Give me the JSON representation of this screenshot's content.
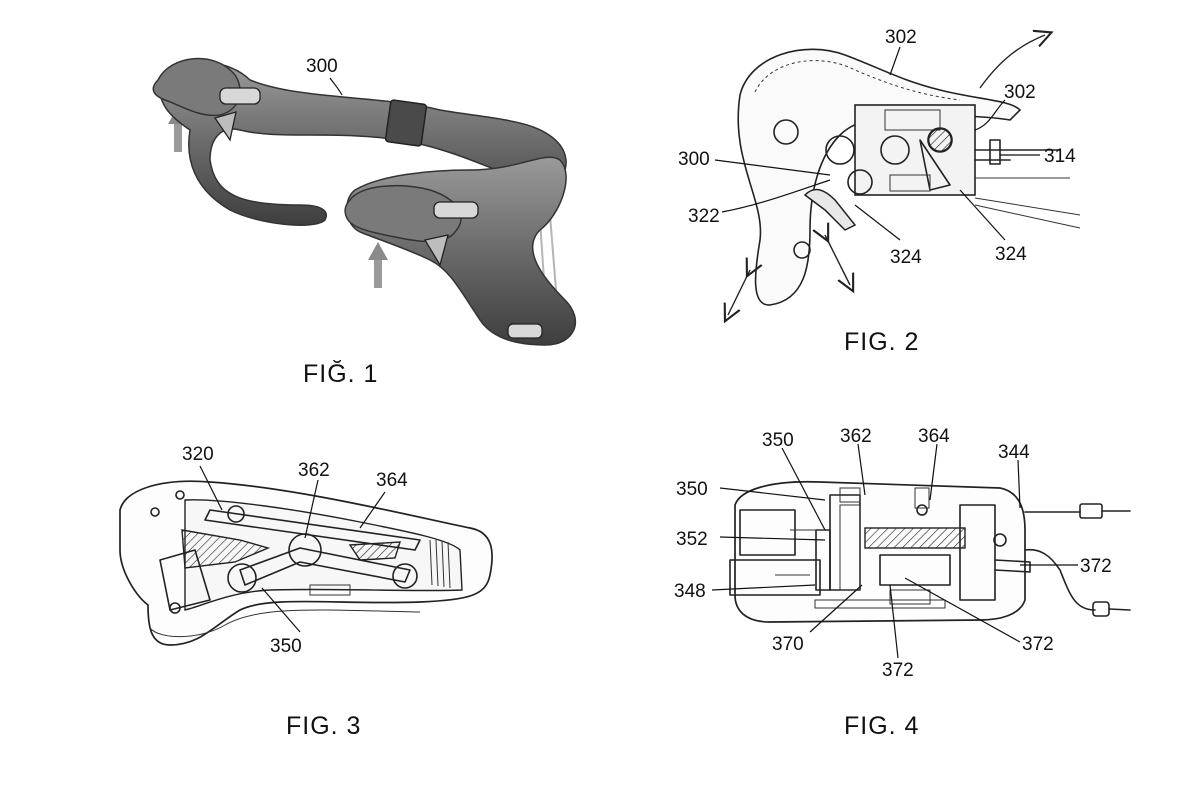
{
  "figures": [
    {
      "caption": "FIĞ. 1",
      "refs": [
        "300"
      ]
    },
    {
      "caption": "FIG. 2",
      "refs": [
        "302",
        "302",
        "314",
        "300",
        "322",
        "324",
        "324"
      ]
    },
    {
      "caption": "FIG. 3",
      "refs": [
        "320",
        "362",
        "364",
        "350"
      ]
    },
    {
      "caption": "FIG. 4",
      "refs": [
        "350",
        "362",
        "364",
        "344",
        "350",
        "352",
        "372",
        "348",
        "370",
        "372",
        "372"
      ]
    }
  ],
  "colors": {
    "ink": "#111111",
    "handlebar": "#6e6e6e",
    "handlebar_dark": "#4a4a4a",
    "arrow": "#8a8a8a"
  }
}
